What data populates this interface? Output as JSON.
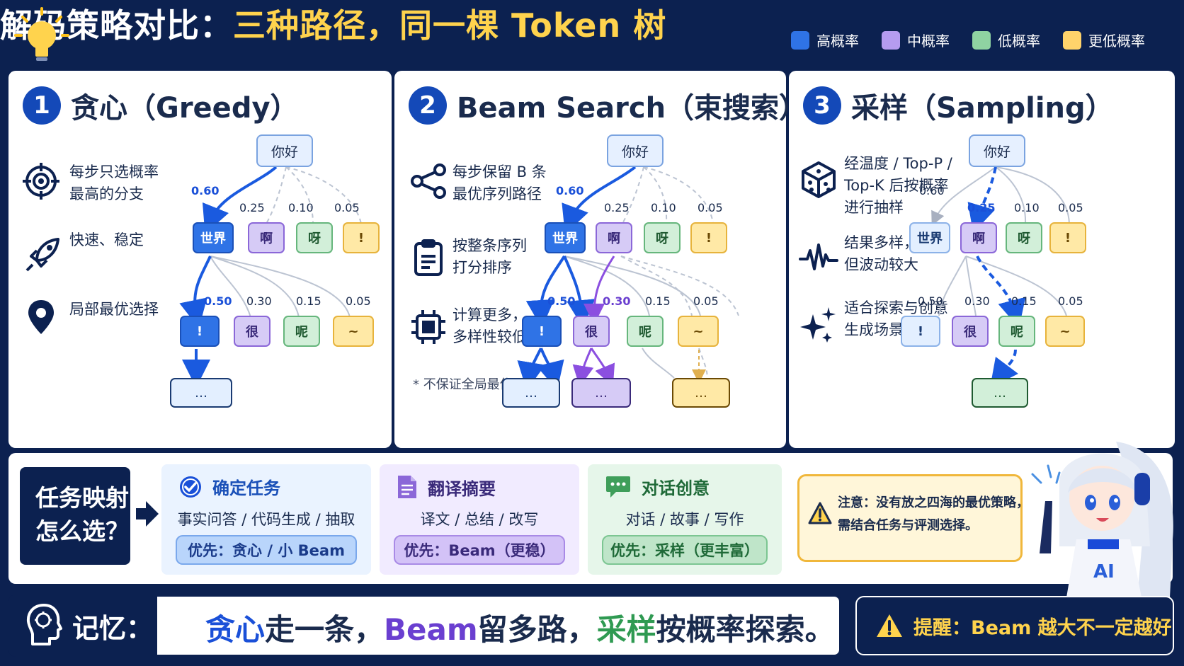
{
  "header": {
    "title_part1": "解码策略对比：",
    "title_part2": "三种路径，同一棵 Token 树",
    "legend": [
      {
        "label": "高概率",
        "color": "#2f73e6"
      },
      {
        "label": "中概率",
        "color": "#b59cf0"
      },
      {
        "label": "低概率",
        "color": "#8fd3a2"
      },
      {
        "label": "更低概率",
        "color": "#ffd36b"
      }
    ]
  },
  "greedy": {
    "num": "1",
    "title": "贪心（Greedy）",
    "features": [
      {
        "icon": "target-icon",
        "text1": "每步只选概率",
        "text2": "最高的分支"
      },
      {
        "icon": "rocket-icon",
        "text1": "快速、稳定",
        "text2": ""
      },
      {
        "icon": "location-pin-icon",
        "text1": "局部最优选择",
        "text2": ""
      }
    ]
  },
  "beam": {
    "num": "2",
    "title": "Beam Search（束搜索）",
    "features": [
      {
        "icon": "share-nodes-icon",
        "text1": "每步保留 B 条",
        "text2": "最优序列路径"
      },
      {
        "icon": "clipboard-list-icon",
        "text1": "按整条序列",
        "text2": "打分排序"
      },
      {
        "icon": "cpu-chip-icon",
        "text1": "计算更多，",
        "text2": "多样性较低"
      }
    ],
    "footnote": "* 不保证全局最优"
  },
  "sampling": {
    "num": "3",
    "title": "采样（Sampling）",
    "features": [
      {
        "icon": "dice-icon",
        "text1": "经温度 / Top-P /",
        "text2": "Top-K 后按概率",
        "text3": "进行抽样"
      },
      {
        "icon": "waveform-icon",
        "text1": "结果多样，",
        "text2": "但波动较大"
      },
      {
        "icon": "sparkle-icon",
        "text1": "适合探索与创意",
        "text2": "生成场景"
      }
    ]
  },
  "tree": {
    "root": "你好",
    "level1": [
      "世界",
      "啊",
      "呀",
      "!"
    ],
    "level1_probs": [
      "0.60",
      "0.25",
      "0.10",
      "0.05"
    ],
    "level2": [
      "!",
      "很",
      "呢",
      "~"
    ],
    "level2_probs": [
      "0.50",
      "0.30",
      "0.15",
      "0.05"
    ],
    "ellipsis": "…"
  },
  "task_map": {
    "question_line1": "任务映射",
    "question_line2": "怎么选？",
    "cards": [
      {
        "icon": "check-circle-icon",
        "title": "确定任务",
        "subtitle": "事实问答 / 代码生成 / 抽取",
        "priority": "优先：贪心 / 小 Beam"
      },
      {
        "icon": "document-icon",
        "title": "翻译摘要",
        "subtitle": "译文 / 总结 / 改写",
        "priority": "优先：Beam（更稳）"
      },
      {
        "icon": "chat-bubble-icon",
        "title": "对话创意",
        "subtitle": "对话 / 故事 / 写作",
        "priority": "优先：采样（更丰富）"
      }
    ],
    "note_line1": "注意：没有放之四海的最优策略，",
    "note_line2": "需结合任务与评测选择。"
  },
  "mascot": {
    "badge": "AI"
  },
  "memory": {
    "label": "记忆：",
    "w1": "贪心",
    "w2": "走一条，",
    "w3": "Beam",
    "w4": "留多路，",
    "w5": "采样",
    "w6": "按概率探索。"
  },
  "reminder": {
    "text": "提醒：Beam 越大不一定越好"
  },
  "colors": {
    "navy": "#0c2150",
    "blue": "#2f73e6",
    "purple": "#8b67d8",
    "green": "#3f9e5a",
    "yellow": "#ffd34d"
  }
}
